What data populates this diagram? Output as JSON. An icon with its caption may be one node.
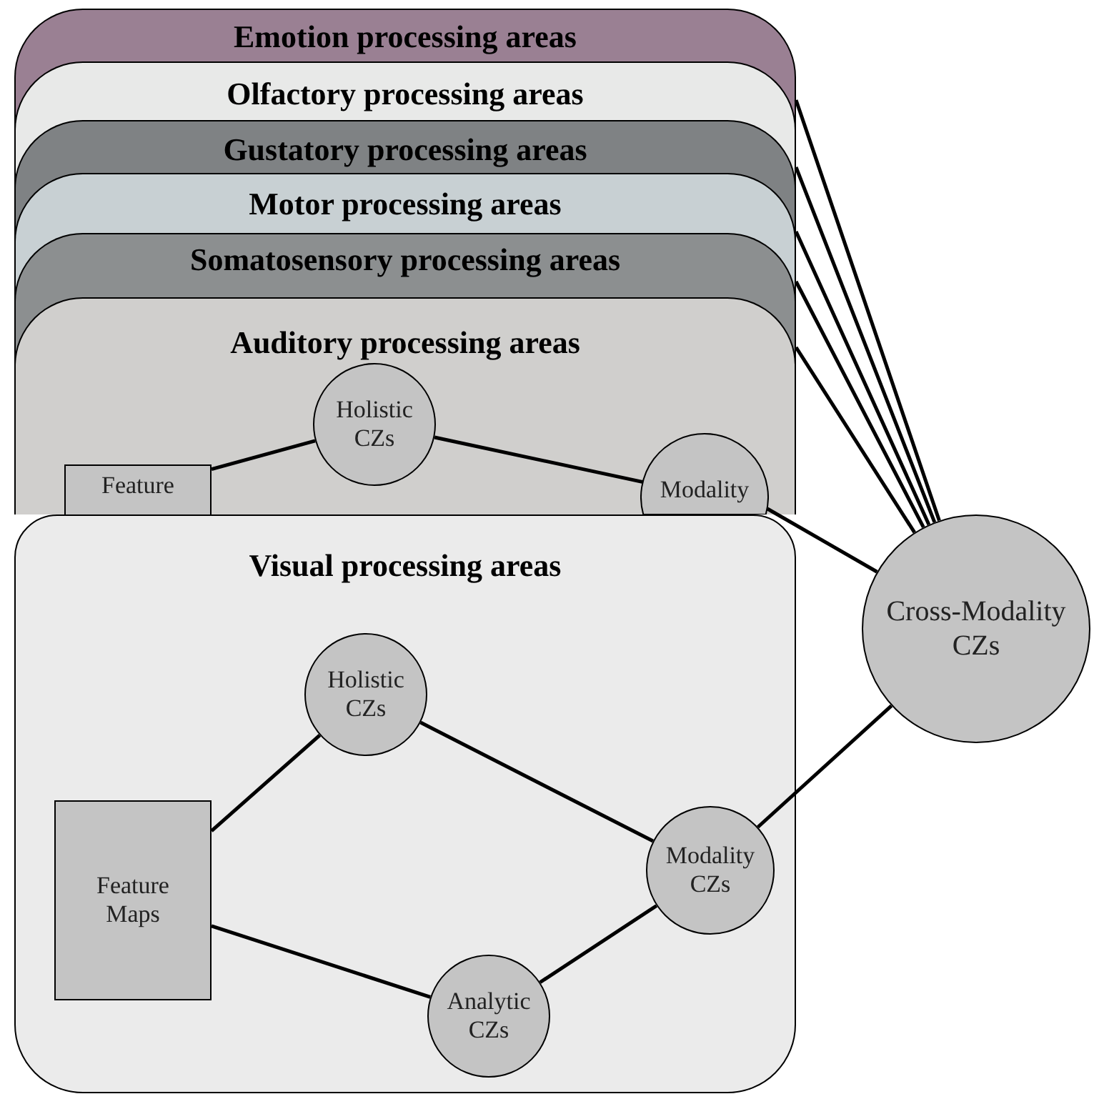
{
  "diagram": {
    "nodes": [
      {
        "text": [
          "Emotion processing areas"
        ]
      },
      {
        "text": [
          "Olfactory processing areas"
        ],
        "in": 0
      },
      {
        "text": [
          "Gustatory processing areas"
        ],
        "in": 1
      },
      {
        "text": [
          "Motor processing areas"
        ],
        "in": 2
      },
      {
        "text": [
          "Somatosensory processing areas"
        ],
        "in": 3
      },
      {
        "text": [
          "Auditory processing areas"
        ],
        "in": 4
      },
      {
        "text": [
          "Holistic CZs"
        ],
        "in": 5
      },
      {
        "text": [
          "Feature"
        ],
        "in": 5
      },
      {
        "text": [
          "Modality"
        ],
        "in": 5
      },
      {
        "text": [
          "Visual processing areas"
        ]
      },
      {
        "text": [
          "Feature Maps"
        ],
        "in": 9
      },
      {
        "text": [
          "Holistic CZs"
        ],
        "in": 9
      },
      {
        "text": [
          "Modality CZs"
        ],
        "in": 9
      },
      {
        "text": [
          "Analytic CZs"
        ],
        "in": 9
      },
      {
        "text": [
          "Cross-Modality CZs"
        ]
      }
    ],
    "edges": [
      {
        "from": 0,
        "to": 14,
        "arrow": "none"
      },
      {
        "from": 1,
        "to": 14,
        "arrow": "none"
      },
      {
        "from": 2,
        "to": 14,
        "arrow": "none"
      },
      {
        "from": 3,
        "to": 14,
        "arrow": "none"
      },
      {
        "from": 4,
        "to": 14,
        "arrow": "none"
      },
      {
        "from": 7,
        "to": 6,
        "arrow": "none"
      },
      {
        "from": 6,
        "to": 8,
        "arrow": "none"
      },
      {
        "from": 8,
        "to": 14,
        "arrow": "none"
      },
      {
        "from": 10,
        "to": 11,
        "arrow": "none"
      },
      {
        "from": 11,
        "to": 12,
        "arrow": "none"
      },
      {
        "from": 10,
        "to": 13,
        "arrow": "none"
      },
      {
        "from": 13,
        "to": 12,
        "arrow": "none"
      },
      {
        "from": 12,
        "to": 14,
        "arrow": "none"
      }
    ]
  }
}
